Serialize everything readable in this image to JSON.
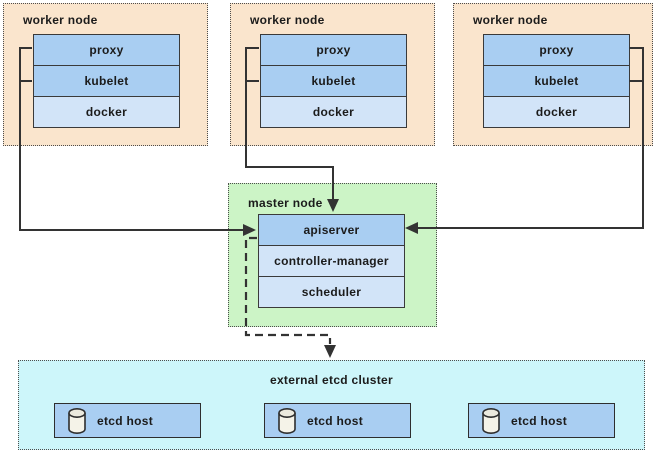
{
  "colors": {
    "worker-bg": "#fae5cd",
    "master-bg": "#ccf4c6",
    "etcd-bg": "#cdf6fa",
    "box-blue": "#a9cef2",
    "box-blue-light": "#d2e4f8",
    "line": "#333333",
    "text": "#1b1b1b"
  },
  "workers": [
    {
      "title": "worker node",
      "components": [
        {
          "label": "proxy"
        },
        {
          "label": "kubelet"
        },
        {
          "label": "docker"
        }
      ]
    },
    {
      "title": "worker node",
      "components": [
        {
          "label": "proxy"
        },
        {
          "label": "kubelet"
        },
        {
          "label": "docker"
        }
      ]
    },
    {
      "title": "worker node",
      "components": [
        {
          "label": "proxy"
        },
        {
          "label": "kubelet"
        },
        {
          "label": "docker"
        }
      ]
    }
  ],
  "master": {
    "title": "master node",
    "components": [
      {
        "label": "apiserver"
      },
      {
        "label": "controller-manager"
      },
      {
        "label": "scheduler"
      }
    ]
  },
  "etcd": {
    "title": "external etcd cluster",
    "hosts": [
      {
        "label": "etcd host"
      },
      {
        "label": "etcd host"
      },
      {
        "label": "etcd host"
      }
    ]
  }
}
